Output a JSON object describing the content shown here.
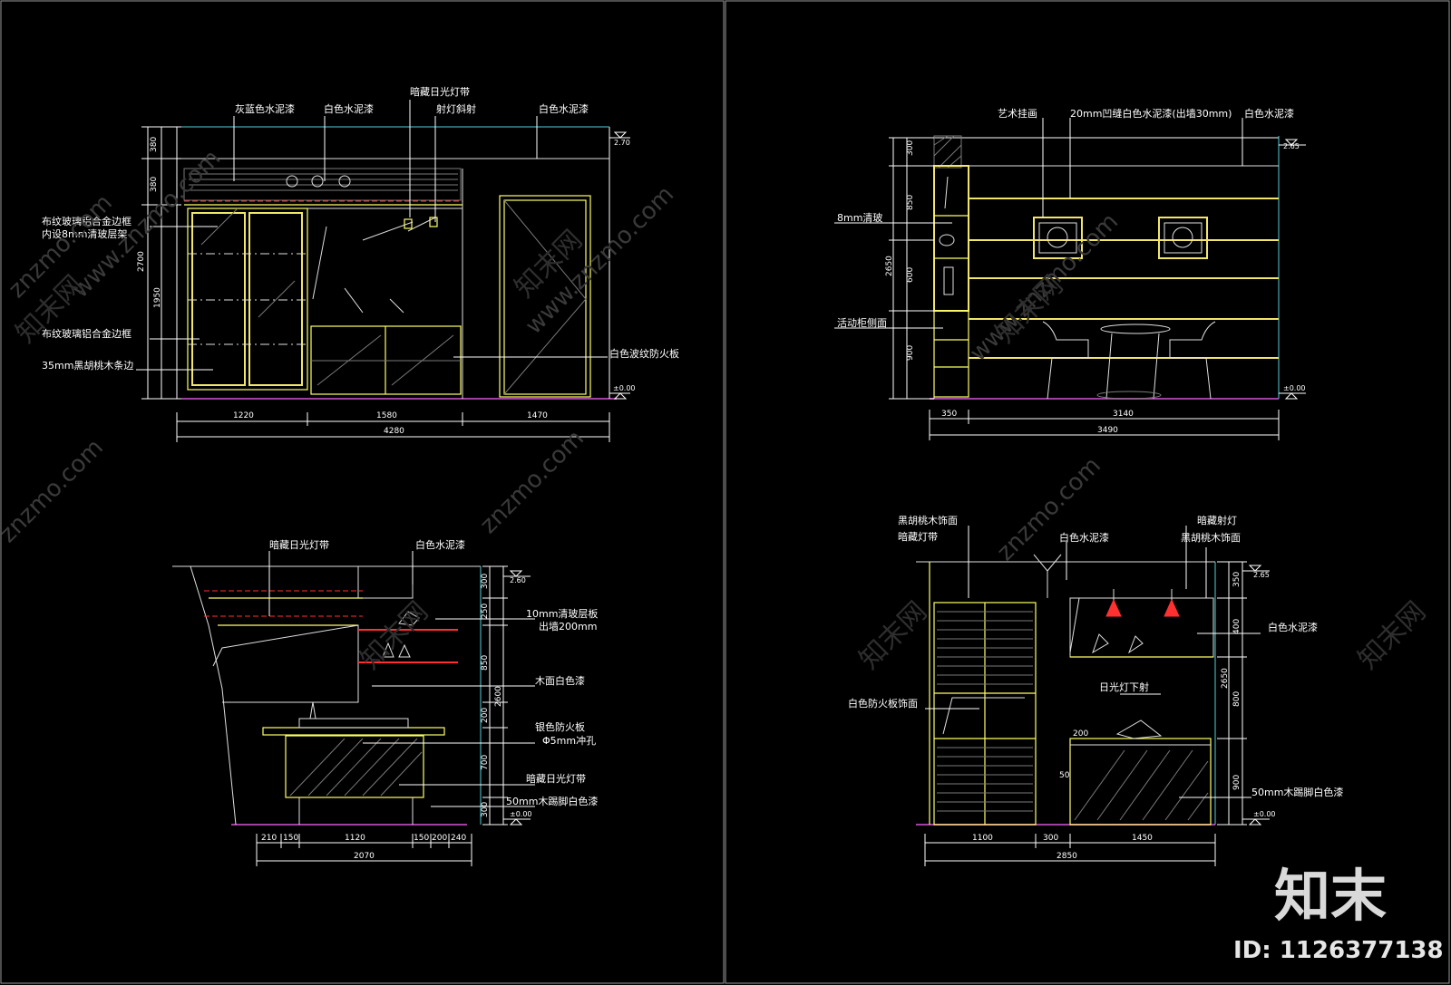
{
  "watermark": {
    "site": "znzmo.com",
    "site_www": "www.znzmo.com",
    "cn": "知末网",
    "logo": "知末",
    "id_label": "ID: 1126377138"
  },
  "panel_tl": {
    "labels": [
      "灰蓝色水泥漆",
      "白色水泥漆",
      "暗藏日光灯带",
      "射灯斜射",
      "白色水泥漆",
      "布纹玻璃铝合金边框",
      "内设8mm清玻层架",
      "布纹玻璃铝合金边框",
      "35mm黑胡桃木条边",
      "白色波纹防火板"
    ],
    "vdims": [
      "380",
      "380",
      "2700",
      "1950"
    ],
    "hdims": [
      "1220",
      "1580",
      "1470"
    ],
    "total": "4280",
    "level_top": "2.70",
    "level_bot": "±0.00"
  },
  "panel_tr": {
    "labels": [
      "艺术挂画",
      "20mm凹缝白色水泥漆(出墙30mm)",
      "白色水泥漆",
      "8mm清玻",
      "活动柜侧面"
    ],
    "vdims": [
      "300",
      "850",
      "600",
      "2650",
      "900"
    ],
    "hdims": [
      "350",
      "3140"
    ],
    "total": "3490",
    "level_top": "2.65",
    "level_bot": "±0.00"
  },
  "panel_bl": {
    "labels": [
      "暗藏日光灯带",
      "白色水泥漆",
      "10mm清玻层板",
      "出墙200mm",
      "木面白色漆",
      "银色防火板",
      "Φ5mm冲孔",
      "暗藏日光灯带",
      "50mm木踢脚白色漆"
    ],
    "vdims": [
      "300",
      "250",
      "850",
      "2600",
      "200",
      "700",
      "300"
    ],
    "hdims": [
      "210",
      "150",
      "1120",
      "150",
      "200",
      "240"
    ],
    "total": "2070",
    "level_top": "2.60",
    "level_bot": "±0.00"
  },
  "panel_br": {
    "labels": [
      "黑胡桃木饰面",
      "暗藏灯带",
      "白色水泥漆",
      "暗藏射灯",
      "黑胡桃木饰面",
      "白色水泥漆",
      "日光灯下射",
      "白色防火板饰面",
      "50mm木踢脚白色漆"
    ],
    "vdims": [
      "350",
      "400",
      "800",
      "2650",
      "900"
    ],
    "inner_dims": [
      "200",
      "50"
    ],
    "hdims": [
      "1100",
      "300",
      "1450"
    ],
    "total": "2850",
    "level_top": "2.65",
    "level_bot": "±0.00"
  }
}
